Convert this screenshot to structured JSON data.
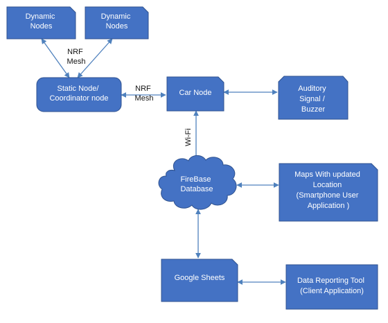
{
  "nodes": {
    "dynamic1": [
      "Dynamic",
      "Nodes"
    ],
    "dynamic2": [
      "Dynamic",
      "Nodes"
    ],
    "static": [
      "Static Node/",
      "Coordinator node"
    ],
    "car": [
      "Car Node"
    ],
    "buzzer": [
      "Auditory",
      "Signal /",
      "Buzzer"
    ],
    "firebase": [
      "FireBase",
      "Database"
    ],
    "maps": [
      "Maps With updated",
      "Location",
      "(Smartphone User",
      "Application )"
    ],
    "sheets": [
      "Google Sheets"
    ],
    "reporting": [
      "Data Reporting Tool",
      "(Client Application)"
    ]
  },
  "edge_labels": {
    "nrf_mesh_top": [
      "NRF",
      "Mesh"
    ],
    "nrf_mesh_mid": [
      "NRF",
      "Mesh"
    ],
    "wifi": "Wi-Fi"
  },
  "colors": {
    "shape_fill": "#4472c4",
    "shape_border": "#2f528f",
    "connector": "#4f81bd",
    "node_text": "#ffffff",
    "edge_text": "#111111"
  }
}
